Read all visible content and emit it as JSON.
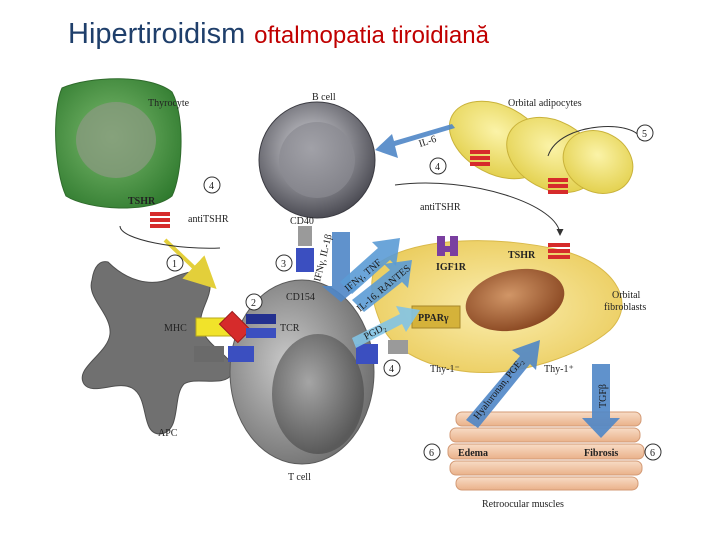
{
  "title": {
    "main": "Hipertiroidism",
    "sub": "oftalmopatia tiroidiană"
  },
  "labels": {
    "thyrocyte": "Thyrocyte",
    "b_cell": "B cell",
    "orbital_adipocytes": "Orbital adipocytes",
    "tshr_left": "TSHR",
    "antitshr_left": "antiTSHR",
    "antitshr_mid": "antiTSHR",
    "cd40": "CD40",
    "cd154": "CD154",
    "mhc": "MHC",
    "tcr": "TCR",
    "apc": "APC",
    "t_cell": "T cell",
    "igf1r": "IGF1R",
    "tshr_right": "TSHR",
    "orbital_fibroblasts_1": "Orbital",
    "orbital_fibroblasts_2": "fibroblasts",
    "ppar": "PPARγ",
    "thy1_minus": "Thy-1⁻",
    "thy1_plus": "Thy-1⁺",
    "edema": "Edema",
    "fibrosis": "Fibrosis",
    "retroocular": "Retroocular muscles"
  },
  "arrows": {
    "il6": "IL-6",
    "ifn_il1b": "IFNγ, IL-1β",
    "ifn_tnf": "IFNγ, TNF",
    "il16_rantes": "IL-16, RANTES",
    "pgd2": "PGD₂",
    "hyaluronan": "Hyaluronan, PGE₂",
    "tgfb": "TGFβ"
  },
  "steps": {
    "s1": "1",
    "s2": "2",
    "s3": "3",
    "s4a": "4",
    "s4b": "4",
    "s4c": "4",
    "s5": "5",
    "s6a": "6",
    "s6b": "6"
  },
  "colors": {
    "title_main": "#1f3f6b",
    "title_sub": "#c00000",
    "thyrocyte": "#3f8f3a",
    "b_cell": "#6f6f78",
    "t_cell": "#8d8d8d",
    "apc": "#6f6f6f",
    "adipocyte": "#f1e46b",
    "fibroblast": "#f4e27a",
    "nucleus": "#b06a3a",
    "arrow_blue": "#4f86c6",
    "receptor_red": "#d62b2b",
    "muscle": "#f3c8a8"
  }
}
